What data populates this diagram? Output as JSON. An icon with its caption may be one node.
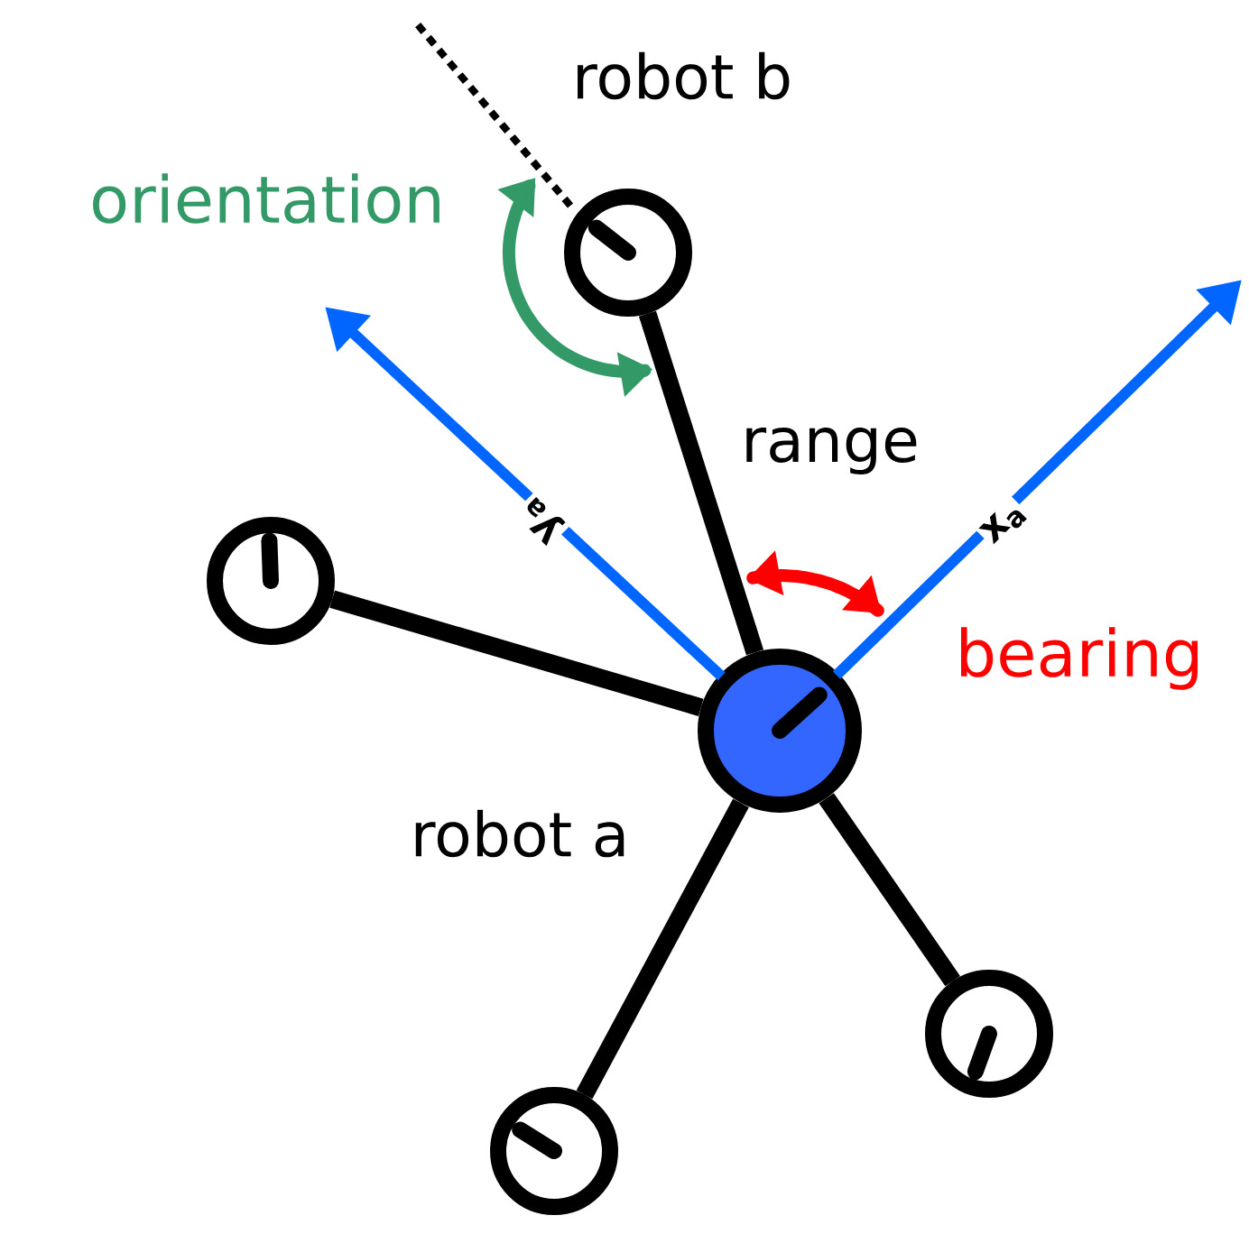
{
  "diagram": {
    "nodes": [
      {
        "text": [],
        "shape": "circle",
        "beside": [
          "robot a"
        ]
      },
      {
        "text": [],
        "shape": "circle",
        "beside": [
          "robot b"
        ]
      },
      {
        "text": [],
        "shape": "circle"
      },
      {
        "text": [],
        "shape": "circle"
      },
      {
        "text": [],
        "shape": "circle"
      }
    ],
    "edges": [
      {
        "from": 0,
        "to": 1,
        "arrow": "none",
        "label": "range"
      },
      {
        "from": 0,
        "to": 2,
        "arrow": "none"
      },
      {
        "from": 0,
        "to": 3,
        "arrow": "none"
      },
      {
        "from": 0,
        "to": 4,
        "arrow": "none"
      }
    ],
    "labels": [
      "orientation",
      "y$_{a}$",
      "x$_{a}$",
      "bearing"
    ]
  }
}
